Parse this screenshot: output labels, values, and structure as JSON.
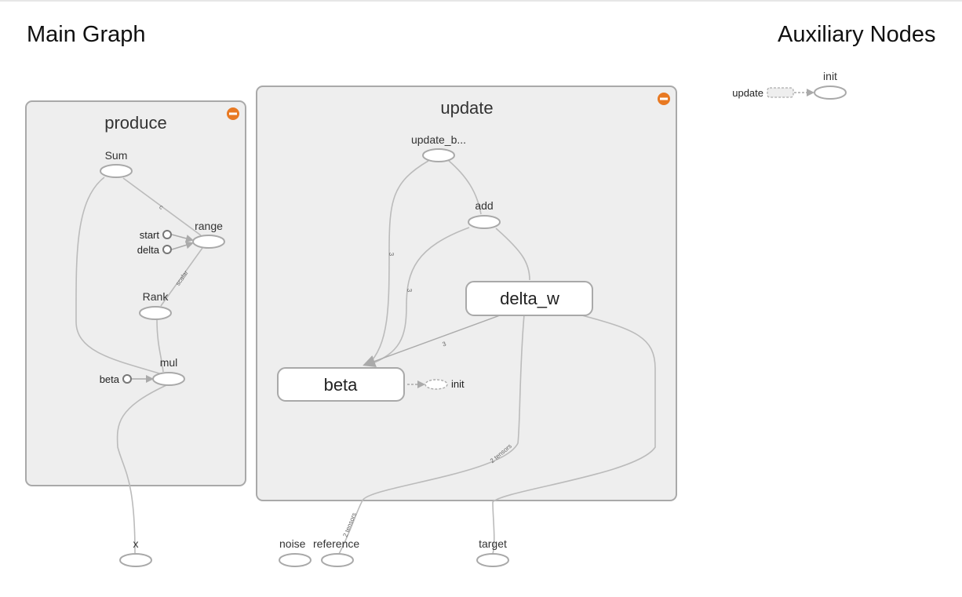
{
  "headings": {
    "main": "Main Graph",
    "auxiliary": "Auxiliary Nodes"
  },
  "groups": {
    "produce": "produce",
    "update": "update"
  },
  "nodes": {
    "sum": "Sum",
    "range": "range",
    "start": "start",
    "delta": "delta",
    "rank": "Rank",
    "mul": "mul",
    "beta_const": "beta",
    "update_b": "update_b...",
    "add": "add",
    "delta_w": "delta_w",
    "beta": "beta",
    "init": "init",
    "x": "x",
    "noise": "noise",
    "reference": "reference",
    "target": "target"
  },
  "aux_nodes": {
    "update": "update",
    "init": "init"
  },
  "edge_labels": {
    "sum_range": "c",
    "range_rank": "scalar",
    "update_b_beta": "3",
    "add_beta": "3",
    "delta_w_beta": "3",
    "delta_w_reference": "2 tensors",
    "reference_in": "2 tensors"
  },
  "colors": {
    "group_fill": "#eeeeee",
    "group_stroke": "#a9a9a9",
    "collapse_button": "#e87922",
    "edge": "#bbbbbb"
  }
}
